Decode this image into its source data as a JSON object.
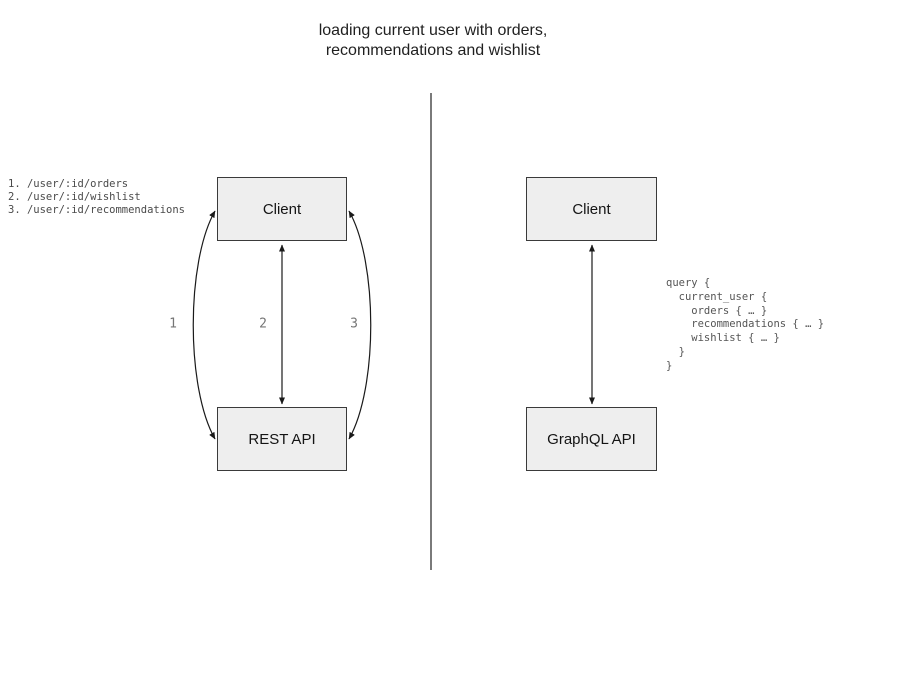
{
  "title": "loading current user with orders,\nrecommendations and wishlist",
  "left_panel": {
    "endpoints": "1. /user/:id/orders\n2. /user/:id/wishlist\n3. /user/:id/recommendations",
    "client_box_label": "Client",
    "api_box_label": "REST API",
    "arrow_labels": [
      "1",
      "2",
      "3"
    ]
  },
  "right_panel": {
    "client_box_label": "Client",
    "api_box_label": "GraphQL API",
    "query": "query {\n  current_user {\n    orders { … }\n    recommendations { … }\n    wishlist { … }\n  }\n}"
  },
  "colors": {
    "box_fill": "#eeeeee",
    "box_border": "#3a3a3a",
    "arrow": "#1a1a1a",
    "muted_text": "#757575",
    "divider": "#7a7a7a"
  }
}
